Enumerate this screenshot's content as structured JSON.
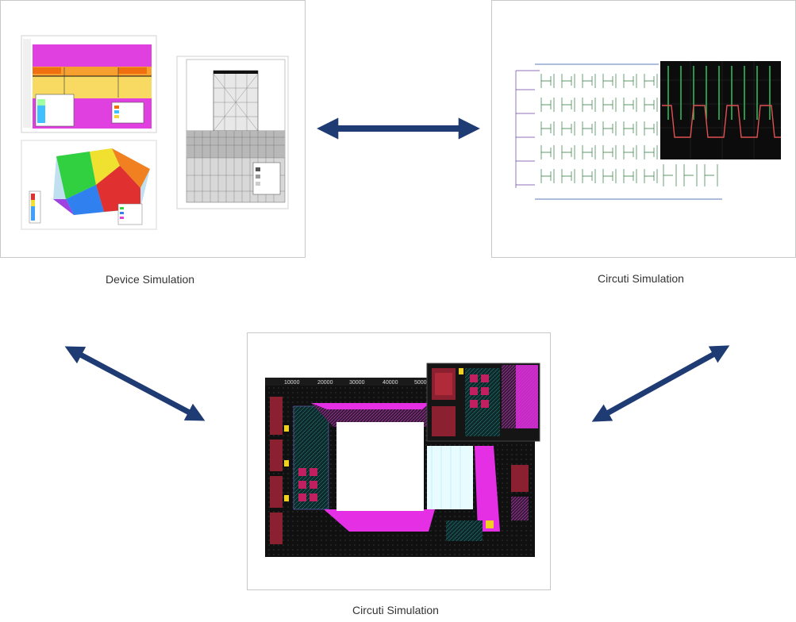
{
  "captions": {
    "device": "Device Simulation",
    "circuit_top": "Circuti Simulation",
    "circuit_bottom": "Circuti Simulation"
  },
  "colors": {
    "arrow": "#1f3b73",
    "panel_border": "#c8c8c8",
    "magenta": "#e52fe5",
    "layout_bg": "#101010"
  },
  "panels": {
    "device": {
      "content": [
        "tcad-cross-section",
        "3d-potential-surface",
        "mesh-structure-plot"
      ]
    },
    "circuit_top": {
      "content": [
        "schematic-array",
        "waveform-plot"
      ]
    },
    "circuit_bottom": {
      "content": [
        "layout-view",
        "layout-zoom-inset"
      ]
    }
  },
  "layout_ruler": [
    "10000",
    "20000",
    "30000",
    "40000",
    "5000"
  ]
}
